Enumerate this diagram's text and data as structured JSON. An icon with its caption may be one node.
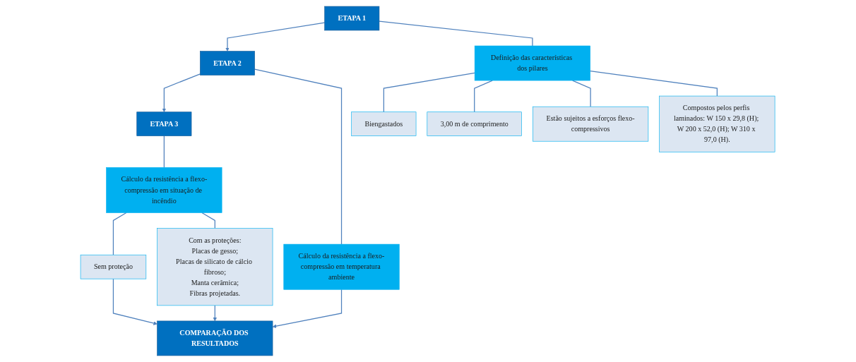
{
  "diagram": {
    "nodes": [
      {
        "text": [
          "ETAPA 1"
        ]
      },
      {
        "text": [
          "ETAPA 2"
        ]
      },
      {
        "text": [
          "ETAPA 3"
        ]
      },
      {
        "text": [
          "Definição das características dos pilares"
        ]
      },
      {
        "text": [
          "Cálculo da resistência a flexo-compressão em temperatura ambiente"
        ]
      },
      {
        "text": [
          "Cálculo da resistência a flexo-compressão em situação de incêndio"
        ]
      },
      {
        "text": [
          "Biengastados"
        ]
      },
      {
        "text": [
          "3,00 m de comprimento"
        ]
      },
      {
        "text": [
          "Estão sujeitos a esforços flexo-compressivos"
        ]
      },
      {
        "text": [
          "Compostos pelos perfis laminados: W 150 x 29,8 (H); W 200 x 52,0 (H); W 310 x 97,0 (H)."
        ]
      },
      {
        "text": [
          "Sem proteção"
        ]
      },
      {
        "text": [
          "Com as proteções:",
          "Placas de gesso;",
          "Placas de silicato de cálcio fibroso;",
          "Manta cerâmica;",
          "Fibras projetadas."
        ]
      },
      {
        "text": [
          "COMPARAÇÃO DOS RESULTADOS"
        ]
      }
    ],
    "edges": [
      {
        "from": 0,
        "to": 1,
        "arrow": "to"
      },
      {
        "from": 1,
        "to": 2,
        "arrow": "to"
      },
      {
        "from": 0,
        "to": 3,
        "arrow": "none"
      },
      {
        "from": 1,
        "to": 4,
        "arrow": "none"
      },
      {
        "from": 2,
        "to": 5,
        "arrow": "none"
      },
      {
        "from": 3,
        "to": 6,
        "arrow": "none"
      },
      {
        "from": 3,
        "to": 7,
        "arrow": "none"
      },
      {
        "from": 3,
        "to": 8,
        "arrow": "none"
      },
      {
        "from": 3,
        "to": 9,
        "arrow": "none"
      },
      {
        "from": 5,
        "to": 10,
        "arrow": "none"
      },
      {
        "from": 5,
        "to": 11,
        "arrow": "none"
      },
      {
        "from": 10,
        "to": 12,
        "arrow": "to"
      },
      {
        "from": 4,
        "to": 12,
        "arrow": "to"
      },
      {
        "from": 11,
        "to": 12,
        "arrow": "to"
      }
    ]
  }
}
